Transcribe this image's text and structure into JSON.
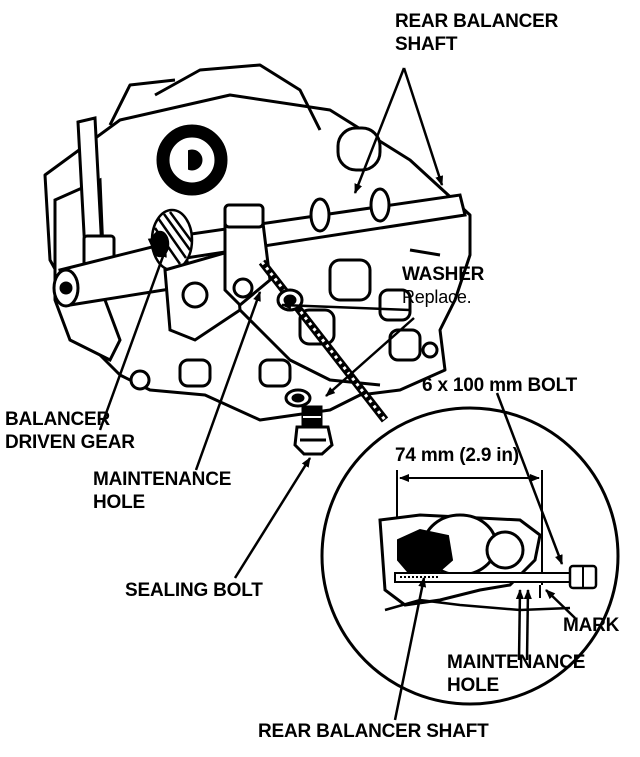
{
  "labels": {
    "rear_balancer_shaft_top": [
      "REAR BALANCER",
      "SHAFT"
    ],
    "washer": "WASHER",
    "washer_note": "Replace.",
    "bolt_spec": "6 x 100 mm BOLT",
    "balancer_driven_gear": [
      "BALANCER",
      "DRIVEN GEAR"
    ],
    "maintenance_hole_left": [
      "MAINTENANCE",
      "HOLE"
    ],
    "dimension": "74 mm (2.9 in)",
    "sealing_bolt": "SEALING BOLT",
    "mark": "MARK",
    "maintenance_hole_right": [
      "MAINTENANCE",
      "HOLE"
    ],
    "rear_balancer_shaft_bottom": "REAR BALANCER SHAFT"
  },
  "colors": {
    "ink": "#000000",
    "paper": "#ffffff"
  }
}
